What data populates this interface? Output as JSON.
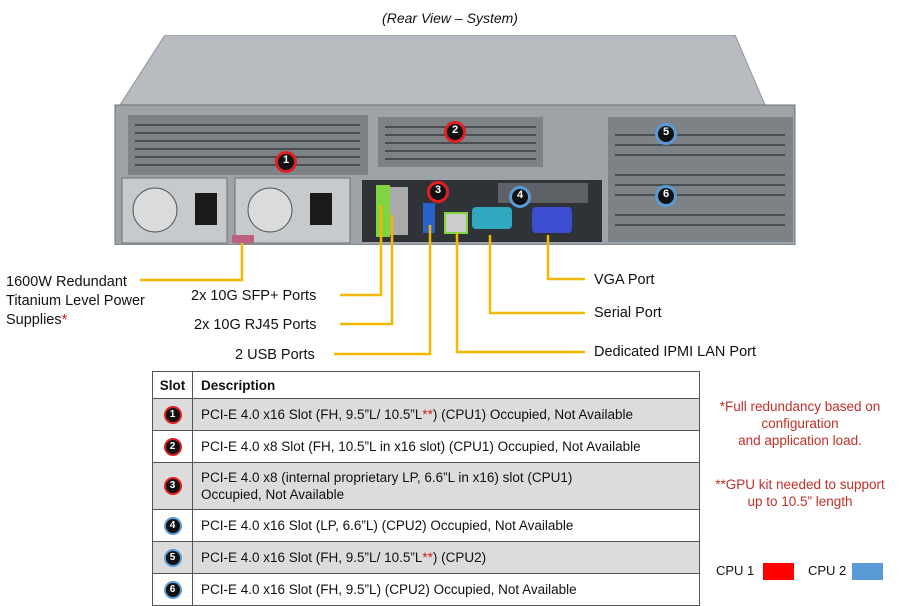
{
  "caption": "(Rear View – System)",
  "slot_markers": [
    "1",
    "2",
    "3",
    "4",
    "5",
    "6"
  ],
  "labels": {
    "psu_line1": "1600W Redundant",
    "psu_line2": "Titanium Level Power",
    "psu_line3": "Supplies",
    "psu_star": "*",
    "sfp": "2x 10G SFP+ Ports",
    "rj45": "2x 10G RJ45 Ports",
    "usb": "2 USB Ports",
    "vga": "VGA Port",
    "serial": "Serial Port",
    "ipmi": "Dedicated IPMI  LAN Port"
  },
  "table": {
    "col_slot": "Slot",
    "col_desc": "Description",
    "rows": [
      {
        "slot": "1",
        "cpu": "cpu1",
        "pre": "PCI-E 4.0 x16 Slot (FH, 9.5”L/ 10.5”L",
        "star": "**",
        "post": ") (CPU1) Occupied, Not Available"
      },
      {
        "slot": "2",
        "cpu": "cpu1",
        "pre": "PCI-E 4.0 x8 Slot (FH, 10.5”L in x16 slot) (CPU1) Occupied, Not Available",
        "star": "",
        "post": ""
      },
      {
        "slot": "3",
        "cpu": "cpu1",
        "line1": "PCI-E 4.0 x8 (internal proprietary LP, 6.6”L in x16) slot  (CPU1)",
        "line2": "Occupied, Not Available"
      },
      {
        "slot": "4",
        "cpu": "cpu2",
        "pre": "PCI-E 4.0 x16 Slot (LP, 6.6”L) (CPU2) Occupied, Not Available",
        "star": "",
        "post": ""
      },
      {
        "slot": "5",
        "cpu": "cpu2",
        "pre": "PCI-E 4.0 x16 Slot (FH, 9.5”L/ 10.5”L",
        "star": "**",
        "post": ") (CPU2)"
      },
      {
        "slot": "6",
        "cpu": "cpu2",
        "pre": "PCI-E 4.0 x16 Slot (FH, 9.5”L) (CPU2) Occupied, Not Available",
        "star": "",
        "post": ""
      }
    ]
  },
  "notes": {
    "n1_line1": "*Full redundancy based on",
    "n1_line2": "configuration",
    "n1_line3": "and application load.",
    "n2_line1": "**GPU kit needed to support",
    "n2_line2": "up to 10.5” length"
  },
  "legend": {
    "cpu1_label": "CPU 1",
    "cpu2_label": "CPU 2",
    "cpu1_color": "#ff0000",
    "cpu2_color": "#5a9ad6"
  },
  "colors": {
    "callout_line": "#f5b800"
  }
}
